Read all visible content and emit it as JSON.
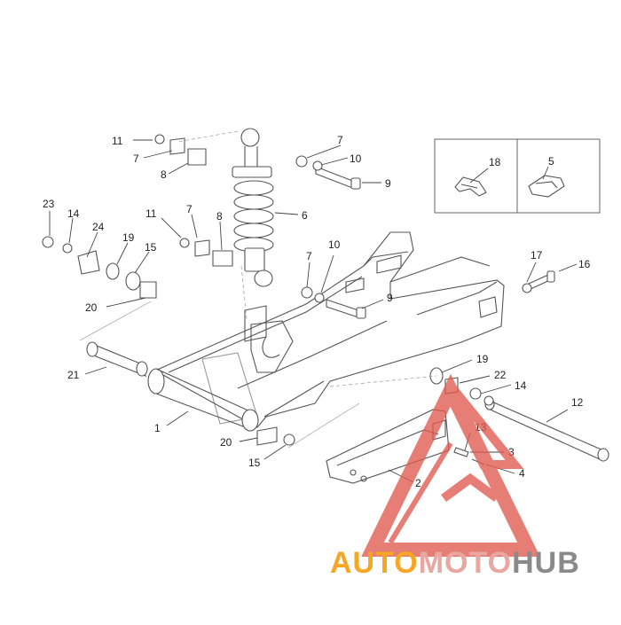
{
  "diagram": {
    "labels": [
      "1",
      "2",
      "3",
      "4",
      "5",
      "6",
      "7",
      "8",
      "9",
      "10",
      "11",
      "12",
      "13",
      "14",
      "15",
      "16",
      "17",
      "18",
      "19",
      "20",
      "21",
      "22",
      "23",
      "24"
    ],
    "callouts": [
      {
        "id": "c11a",
        "text": "11"
      },
      {
        "id": "c7a",
        "text": "7"
      },
      {
        "id": "c8a",
        "text": "8"
      },
      {
        "id": "c7b",
        "text": "7"
      },
      {
        "id": "c10a",
        "text": "10"
      },
      {
        "id": "c9a",
        "text": "9"
      },
      {
        "id": "c6",
        "text": "6"
      },
      {
        "id": "c23",
        "text": "23"
      },
      {
        "id": "c14a",
        "text": "14"
      },
      {
        "id": "c24",
        "text": "24"
      },
      {
        "id": "c19a",
        "text": "19"
      },
      {
        "id": "c15a",
        "text": "15"
      },
      {
        "id": "c11b",
        "text": "11"
      },
      {
        "id": "c7c",
        "text": "7"
      },
      {
        "id": "c8b",
        "text": "8"
      },
      {
        "id": "c20a",
        "text": "20"
      },
      {
        "id": "c21",
        "text": "21"
      },
      {
        "id": "c7d",
        "text": "7"
      },
      {
        "id": "c10b",
        "text": "10"
      },
      {
        "id": "c9b",
        "text": "9"
      },
      {
        "id": "c17",
        "text": "17"
      },
      {
        "id": "c16",
        "text": "16"
      },
      {
        "id": "c18",
        "text": "18"
      },
      {
        "id": "c5",
        "text": "5"
      },
      {
        "id": "c19b",
        "text": "19"
      },
      {
        "id": "c22",
        "text": "22"
      },
      {
        "id": "c14b",
        "text": "14"
      },
      {
        "id": "c12",
        "text": "12"
      },
      {
        "id": "c13",
        "text": "13"
      },
      {
        "id": "c3",
        "text": "3"
      },
      {
        "id": "c4",
        "text": "4"
      },
      {
        "id": "c1",
        "text": "1"
      },
      {
        "id": "c20b",
        "text": "20"
      },
      {
        "id": "c15b",
        "text": "15"
      },
      {
        "id": "c2",
        "text": "2"
      }
    ]
  },
  "watermark": {
    "part1": "AUTO",
    "part2": "MOTO",
    "part3": "HUB",
    "colors": {
      "orange": "#f6a623",
      "pink": "#e9a7a2",
      "gray": "#8a8a8a",
      "triangle": "#e05a4f"
    }
  }
}
